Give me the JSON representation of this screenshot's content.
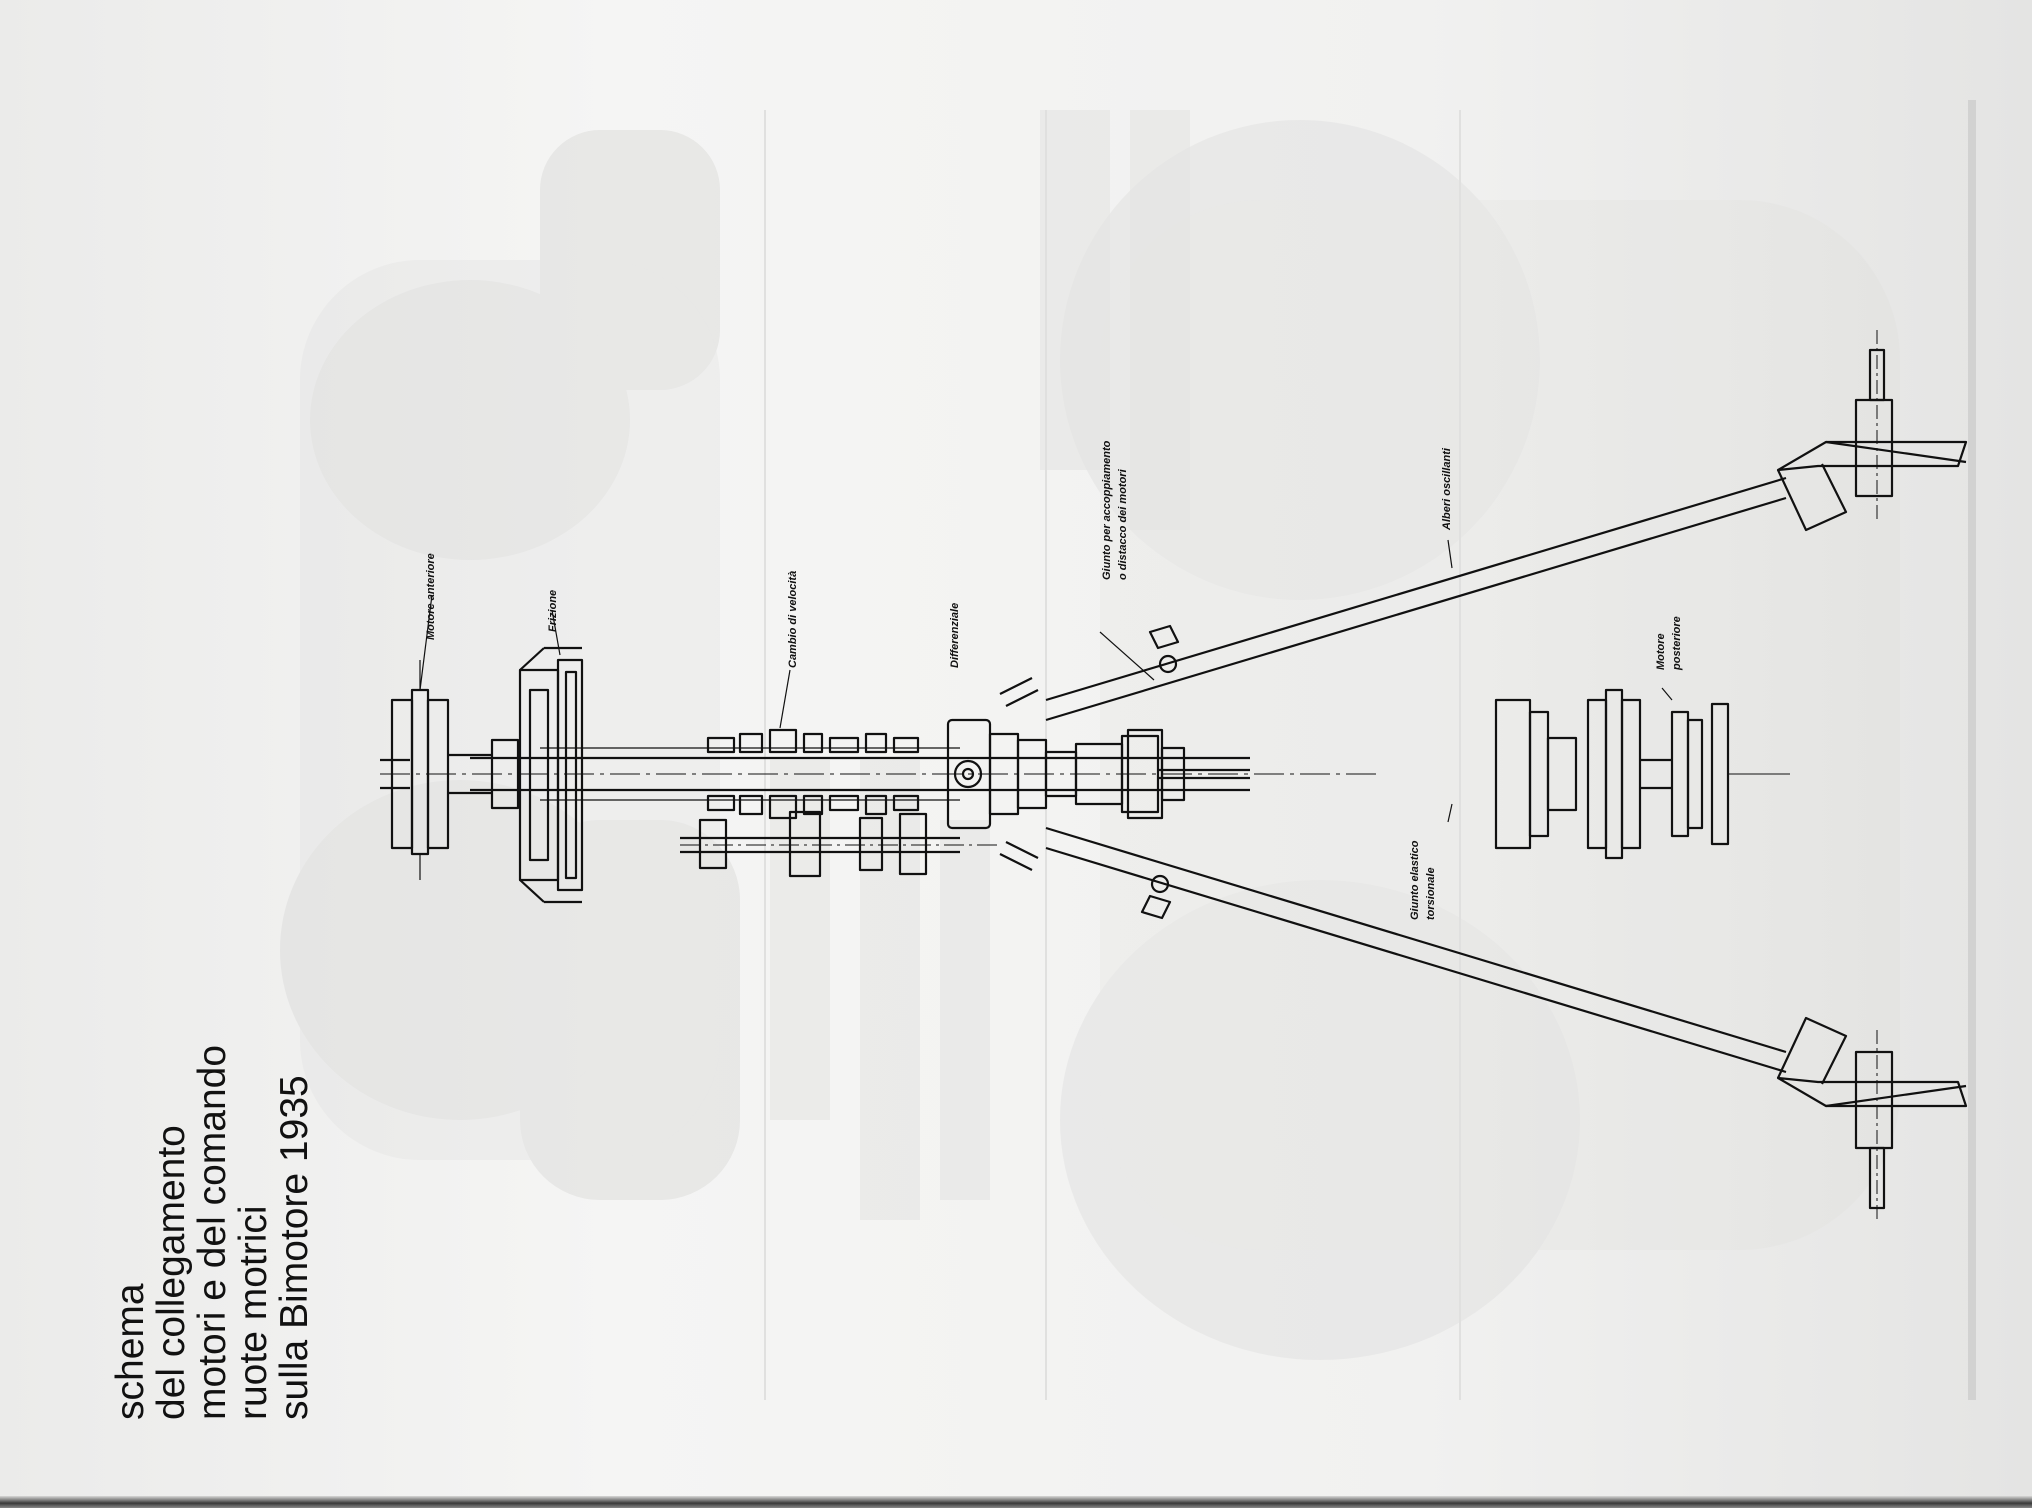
{
  "caption": {
    "lines": [
      "schema",
      "del collegamento",
      "motori e del comando",
      "ruote motrici",
      "sulla Bimotore 1935"
    ]
  },
  "diagram": {
    "labels": {
      "motore_anteriore": "Motore anteriore",
      "frizione": "Frizione",
      "cambio": "Cambio di velocità",
      "differenziale": "Differenziale",
      "giunto_accoppiamento_1": "Giunto per accoppiamento",
      "giunto_accoppiamento_2": "o distacco dei motori",
      "alberi_oscillanti": "Alberi oscillanti",
      "motore_posteriore_1": "Motore",
      "motore_posteriore_2": "posteriore",
      "giunto_elastico_1": "Giunto elastico",
      "giunto_elastico_2": "torsionale"
    }
  }
}
